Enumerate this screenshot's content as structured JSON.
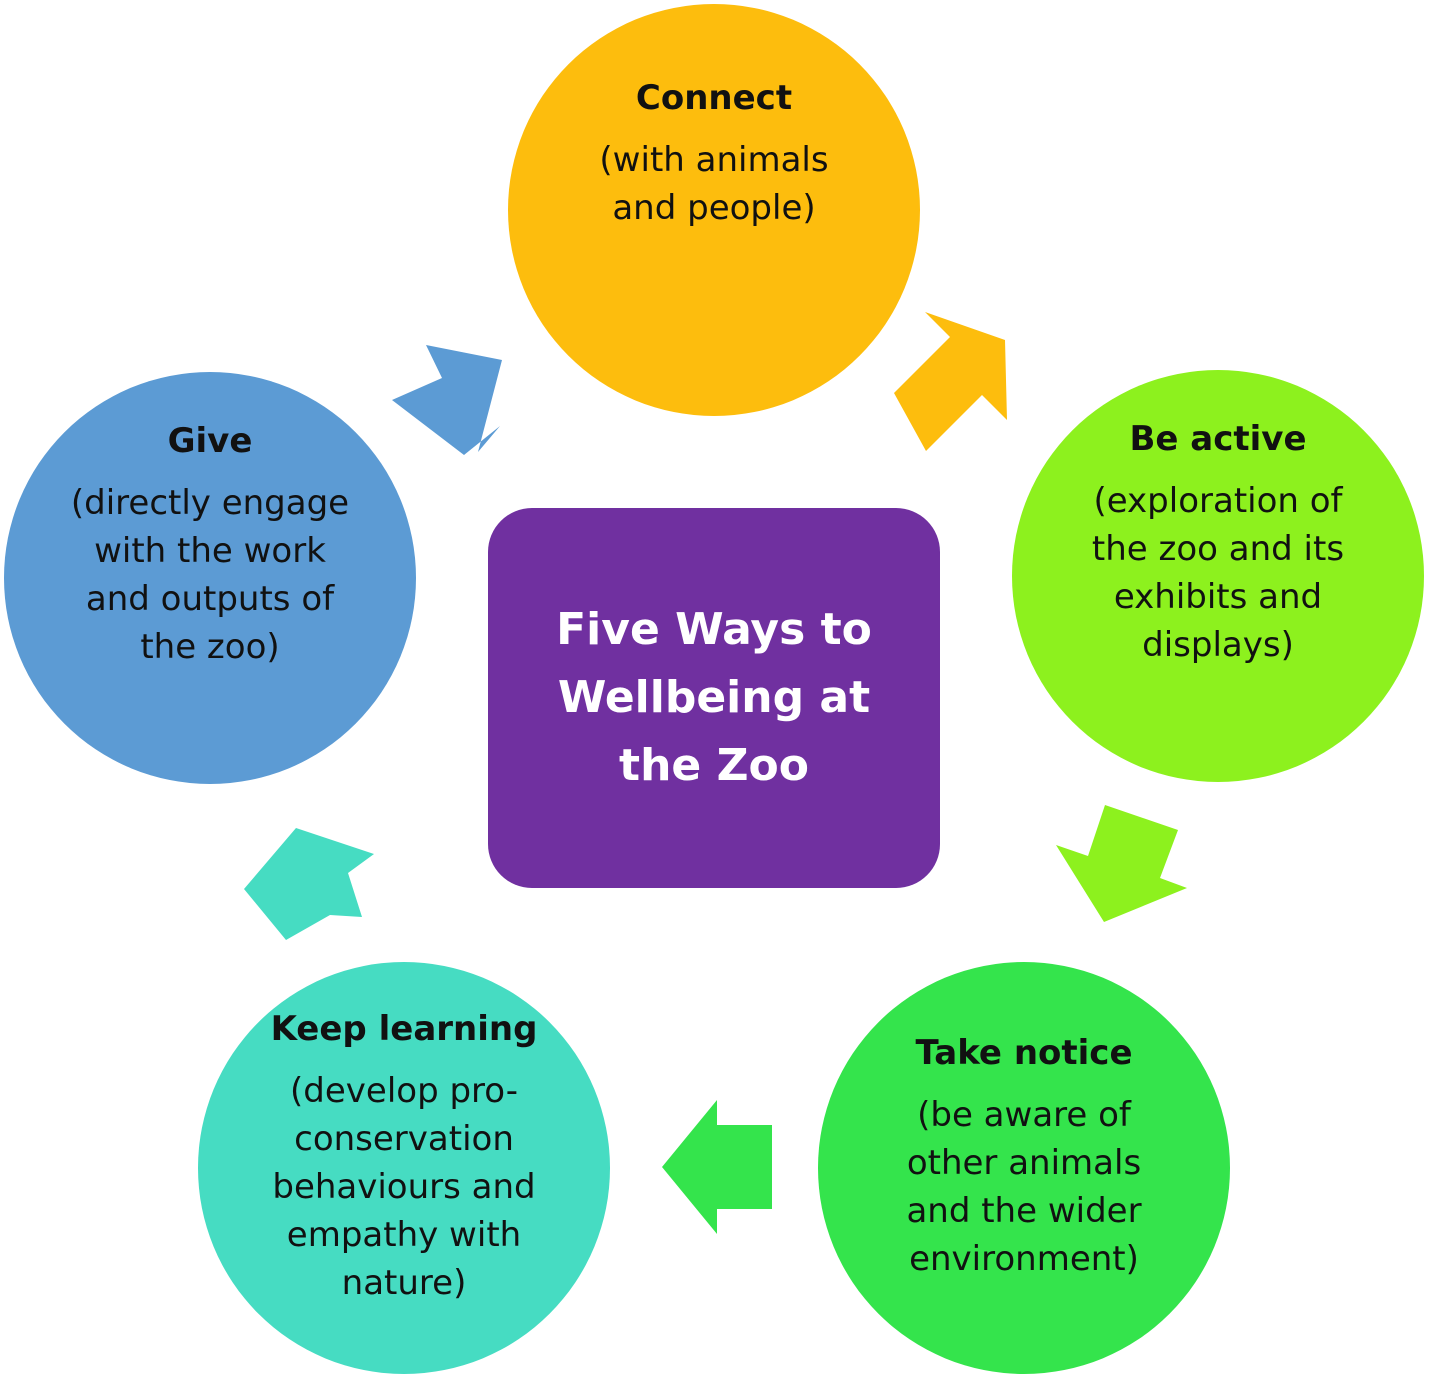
{
  "center": {
    "title": "Five Ways to Wellbeing at the Zoo"
  },
  "nodes": {
    "connect": {
      "title": "Connect",
      "description": "(with animals and people)",
      "color": "#fdbd0d"
    },
    "be_active": {
      "title": "Be active",
      "description": "(exploration of the zoo and its exhibits and displays)",
      "color": "#8df11e"
    },
    "take_notice": {
      "title": "Take notice",
      "description": "(be aware of other animals and the wider environment)",
      "color": "#34e44c"
    },
    "keep_learning": {
      "title": "Keep learning",
      "description": "(develop pro-conservation behaviours and empathy with nature)",
      "color": "#46dcc2"
    },
    "give": {
      "title": "Give",
      "description": "(directly engage with the work and outputs of the zoo)",
      "color": "#5c9bd4"
    }
  },
  "center_color": "#7030a0",
  "arrow_colors": {
    "connect_to_active": "#fdbd0d",
    "active_to_notice": "#8df11e",
    "notice_to_learning": "#34e44c",
    "learning_to_give": "#46dcc2",
    "give_to_connect": "#5c9bd4"
  }
}
